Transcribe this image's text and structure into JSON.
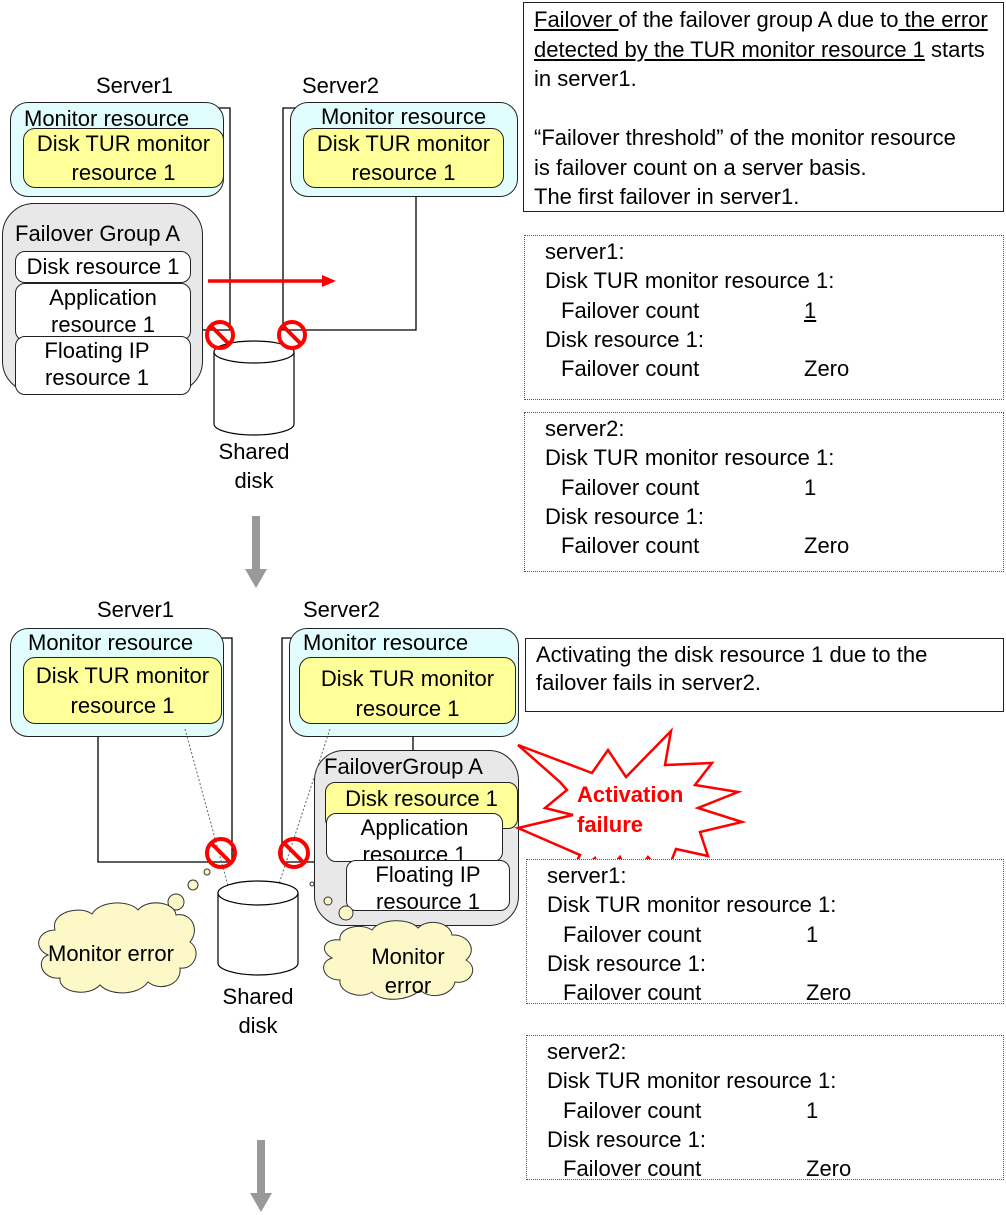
{
  "panel1": {
    "server1_label": "Server1",
    "server2_label": "Server2",
    "server1": {
      "monitor_group_title": "Monitor resource",
      "monitor_resource": [
        "Disk TUR monitor",
        "resource 1"
      ]
    },
    "server2": {
      "monitor_group_title": "Monitor resource",
      "monitor_resource": [
        "Disk TUR monitor",
        "resource 1"
      ]
    },
    "failover_group": {
      "title": "Failover Group A",
      "resources": [
        {
          "lines": [
            "Disk resource 1"
          ]
        },
        {
          "lines": [
            "Application",
            "resource 1"
          ]
        },
        {
          "lines": [
            "Floating IP",
            "resource 1"
          ]
        }
      ]
    },
    "shared_disk_label": [
      "Shared",
      "disk"
    ],
    "description": {
      "part1_underlined": "Failover ",
      "part2": "of the failover group A due to",
      "part3_underlined": " the error detected by the TUR monitor resource 1",
      "part4": " starts in server1.",
      "paragraph2_line1": "“Failover threshold” of the monitor resource",
      "paragraph2_line2": "is failover count on a server basis.",
      "paragraph2_line3": "The first failover in server1."
    },
    "status": [
      {
        "server": "server1:",
        "monitor_name": "Disk TUR monitor resource 1:",
        "monitor_count_label": "Failover count",
        "monitor_count_value": "1",
        "monitor_count_underlined": true,
        "disk_name": "Disk resource 1:",
        "disk_count_label": "Failover count",
        "disk_count_value": "Zero"
      },
      {
        "server": "server2:",
        "monitor_name": "Disk TUR monitor resource 1:",
        "monitor_count_label": "Failover count",
        "monitor_count_value": "1",
        "monitor_count_underlined": false,
        "disk_name": "Disk resource 1:",
        "disk_count_label": "Failover count",
        "disk_count_value": "Zero"
      }
    ]
  },
  "panel2": {
    "server1_label": "Server1",
    "server2_label": "Server2",
    "server1": {
      "monitor_group_title": "Monitor resource",
      "monitor_resource": [
        "Disk TUR monitor",
        "resource 1"
      ]
    },
    "server2": {
      "monitor_group_title": "Monitor resource",
      "monitor_resource": [
        "Disk TUR monitor",
        "resource 1"
      ]
    },
    "failover_group": {
      "title": "FailoverGroup A",
      "resources": [
        {
          "lines": [
            "Disk resource 1"
          ]
        },
        {
          "lines": [
            "Application",
            "resource 1"
          ]
        },
        {
          "lines": [
            "Floating IP",
            "resource 1"
          ]
        }
      ]
    },
    "shared_disk_label": [
      "Shared",
      "disk"
    ],
    "monitor_error_left": "Monitor error",
    "monitor_error_right": [
      "Monitor",
      "error"
    ],
    "activation_failure": [
      "Activation",
      "failure"
    ],
    "description": [
      "Activating the disk resource 1 due to the",
      "failover fails in server2."
    ],
    "status": [
      {
        "server": "server1:",
        "monitor_name": "Disk TUR monitor resource 1:",
        "monitor_count_label": "Failover count",
        "monitor_count_value": "1",
        "disk_name": "Disk resource 1:",
        "disk_count_label": "Failover count",
        "disk_count_value": "Zero"
      },
      {
        "server": "server2:",
        "monitor_name": "Disk TUR monitor resource 1:",
        "monitor_count_label": "Failover count",
        "monitor_count_value": "1",
        "disk_name": "Disk resource 1:",
        "disk_count_label": "Failover count",
        "disk_count_value": "Zero"
      }
    ]
  },
  "colors": {
    "monitor_bg": "#e1fdfd",
    "resource_yellow": "#ffff99",
    "group_bg": "#e8e8e8",
    "alert_red": "#ff0000",
    "cloud_fill": "#fcf8c8",
    "flow_arrow": "#999999"
  }
}
